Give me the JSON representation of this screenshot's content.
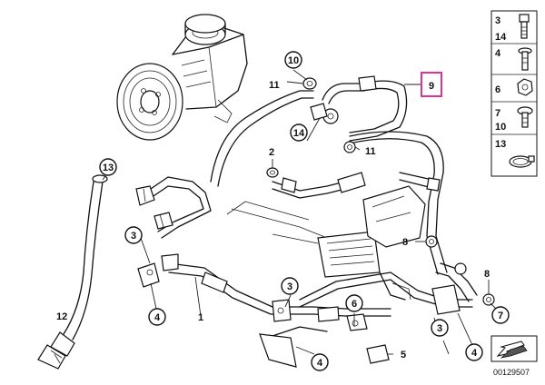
{
  "callouts": [
    {
      "id": "c13",
      "label": "13"
    },
    {
      "id": "c10",
      "label": "10"
    },
    {
      "id": "c14",
      "label": "14"
    },
    {
      "id": "c11b",
      "label": "11"
    },
    {
      "id": "c2",
      "label": "2"
    },
    {
      "id": "c3a",
      "label": "3"
    },
    {
      "id": "c8a",
      "label": "8"
    },
    {
      "id": "c4a",
      "label": "4"
    },
    {
      "id": "c1",
      "label": "1"
    },
    {
      "id": "c3b",
      "label": "3"
    },
    {
      "id": "c6",
      "label": "6"
    },
    {
      "id": "c12",
      "label": "12"
    },
    {
      "id": "c8b",
      "label": "8"
    },
    {
      "id": "c7",
      "label": "7"
    },
    {
      "id": "c4b",
      "label": "4"
    },
    {
      "id": "c3c",
      "label": "3"
    },
    {
      "id": "c4c",
      "label": "4"
    },
    {
      "id": "c5",
      "label": "5"
    },
    {
      "id": "c11a",
      "label": "11"
    },
    {
      "id": "c4d",
      "label": "4"
    }
  ],
  "highlight": {
    "label": "9",
    "color": "#e0338f"
  },
  "legend": {
    "items": [
      {
        "labels": [
          "3",
          "14"
        ],
        "icon": "banjo-bolt-icon"
      },
      {
        "labels": [
          "4"
        ],
        "icon": "flange-bolt-icon"
      },
      {
        "labels": [
          "6"
        ],
        "icon": "hex-nut-icon"
      },
      {
        "labels": [
          "7",
          "10"
        ],
        "icon": "seal-ring-bolt-icon"
      },
      {
        "labels": [
          "13"
        ],
        "icon": "hose-clamp-icon"
      }
    ]
  },
  "doc_number": "00129507",
  "colors": {
    "line": "#111111",
    "background": "#ffffff",
    "highlight": "#e0338f"
  }
}
